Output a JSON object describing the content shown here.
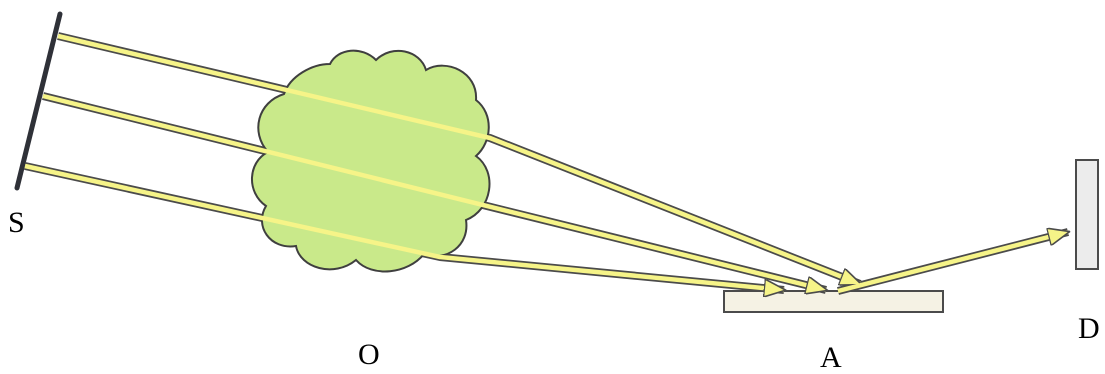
{
  "labels": {
    "source": "S",
    "obstacle": "O",
    "reflector": "A",
    "detector": "D"
  },
  "colors": {
    "ray_fill": "#f6f488",
    "ray_outline": "#4b4b4b",
    "cloud_fill": "#c9e98a",
    "cloud_outline": "#3f3f3f",
    "reflector_fill": "#f5f2e4",
    "detector_fill": "#ececec",
    "source_line": "#2f3138"
  },
  "icons": {
    "obstacle": "cloud-icon",
    "source": "source-line",
    "reflector": "reflector-plate",
    "detector": "detector-plate"
  }
}
